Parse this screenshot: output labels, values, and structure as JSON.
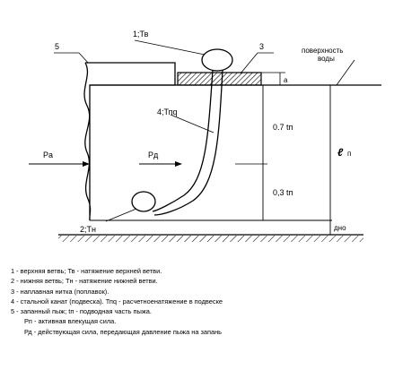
{
  "labels": {
    "n5": "5",
    "n1": "1;Тв",
    "n3": "3",
    "surface1": "поверхность",
    "surface2": "воды",
    "a": "а",
    "n4": "4;Тпq",
    "ratio1": "0.7 tп",
    "ratio2": "0,3 tп",
    "lp": "ℓ",
    "lp_sub": "п",
    "pa": "Pа",
    "pd": "Pд",
    "n2": "2;Тн",
    "bottom": "дно"
  },
  "legend": [
    "1 - верхняя ветвь; Тв - натяжение верхней ветви.",
    "2 - нижняя ветвь; Тн - натяжение нижней ветви.",
    "3 - наплавная нитка (поплавок).",
    "4 - стальной канат (подвеска). Тпq - расчетноенатяжение в подвеске",
    "5 - запанный пыж; tп - подводная часть пыжа.",
    "Рп - активная влекущая сила.",
    "Рд - действующая сила, передающая давление пыжа на запань"
  ]
}
